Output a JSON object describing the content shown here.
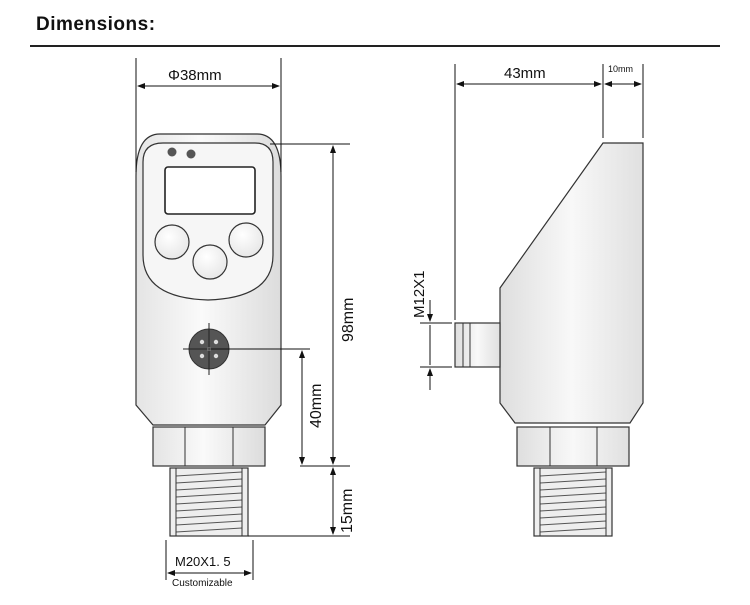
{
  "header": {
    "title": "Dimensions:"
  },
  "dimensions": {
    "diameter": "Φ38mm",
    "length": "43mm",
    "head_extension": "10mm",
    "total_height": "98mm",
    "connector_height": "40mm",
    "thread_length": "15mm",
    "connector_thread": "M12X1",
    "process_thread": "M20X1. 5",
    "thread_note": "Customizable"
  }
}
